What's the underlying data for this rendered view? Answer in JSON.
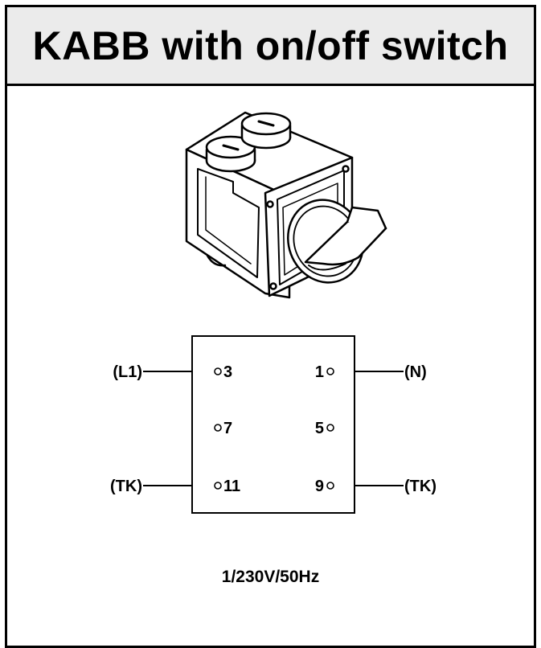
{
  "title": "KABB with on/off switch",
  "colors": {
    "border": "#000000",
    "header_bg": "#ebebeb",
    "background": "#ffffff"
  },
  "device_illustration": {
    "icon": "rotary-switch-enclosure-icon"
  },
  "terminals": [
    {
      "number": "3",
      "side": "left",
      "wire_label": "(L1)"
    },
    {
      "number": "7",
      "side": "left",
      "wire_label": ""
    },
    {
      "number": "11",
      "side": "left",
      "wire_label": "(TK)"
    },
    {
      "number": "1",
      "side": "right",
      "wire_label": "(N)"
    },
    {
      "number": "5",
      "side": "right",
      "wire_label": ""
    },
    {
      "number": "9",
      "side": "right",
      "wire_label": "(TK)"
    }
  ],
  "supply": "1/230V/50Hz"
}
